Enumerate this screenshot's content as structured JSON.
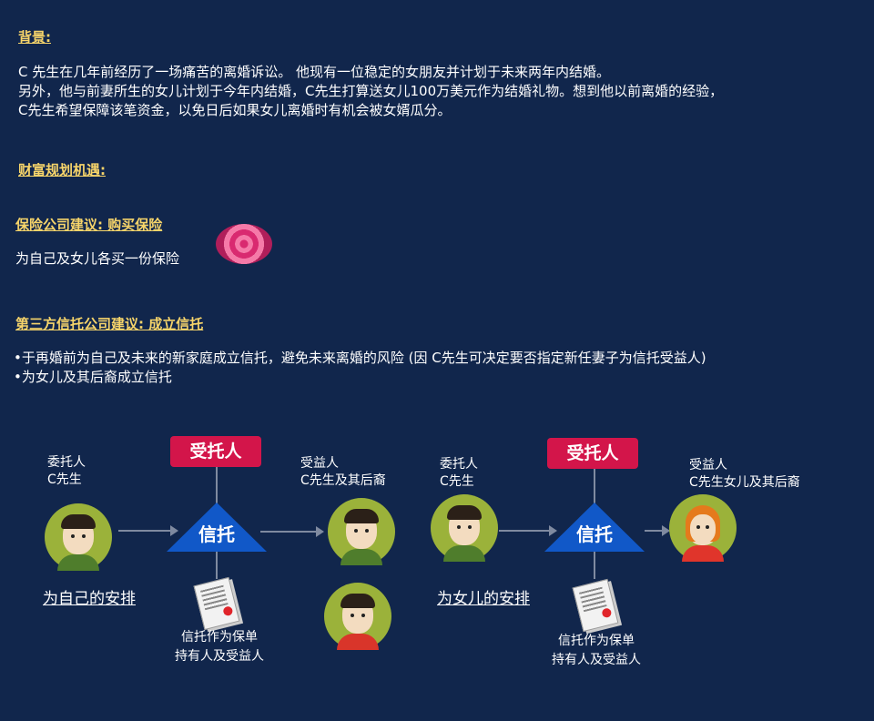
{
  "background": {
    "heading": "背景:",
    "lines": [
      "C 先生在几年前经历了一场痛苦的离婚诉讼。 他现有一位稳定的女朋友并计划于未来两年内结婚。",
      "另外，他与前妻所生的女儿计划于今年内结婚，C先生打算送女儿100万美元作为结婚礼物。想到他以前离婚的经验，",
      "C先生希望保障该笔资金，以免日后如果女儿离婚时有机会被女婿瓜分。"
    ]
  },
  "opportunity": {
    "heading": "财富规划机遇:"
  },
  "insurance": {
    "heading": "保险公司建议: 购买保险",
    "text": "为自己及女儿各买一份保险"
  },
  "trust": {
    "heading": "第三方信托公司建议: 成立信托",
    "bullets": [
      "•于再婚前为自己及未来的新家庭成立信托，避免未来离婚的风险 (因 C先生可决定要否指定新任妻子为信托受益人)",
      "•为女儿及其后裔成立信托"
    ]
  },
  "diagram1": {
    "settlor": [
      "委托人",
      "C先生"
    ],
    "trustee": "受托人",
    "trust": "信托",
    "beneficiary": [
      "受益人",
      "C先生及其后裔"
    ],
    "caption": "为自己的安排",
    "doc_caption": [
      "信托作为保单",
      "持有人及受益人"
    ]
  },
  "diagram2": {
    "settlor": [
      "委托人",
      "C先生"
    ],
    "trustee": "受托人",
    "trust": "信托",
    "beneficiary": [
      "受益人",
      "C先生女儿及其后裔"
    ],
    "caption": "为女儿的安排",
    "doc_caption": [
      "信托作为保单",
      "持有人及受益人"
    ]
  },
  "colors": {
    "bg": "#11264c",
    "heading": "#f6d46a",
    "trustee": "#d3154a",
    "trust": "#1158c8"
  }
}
